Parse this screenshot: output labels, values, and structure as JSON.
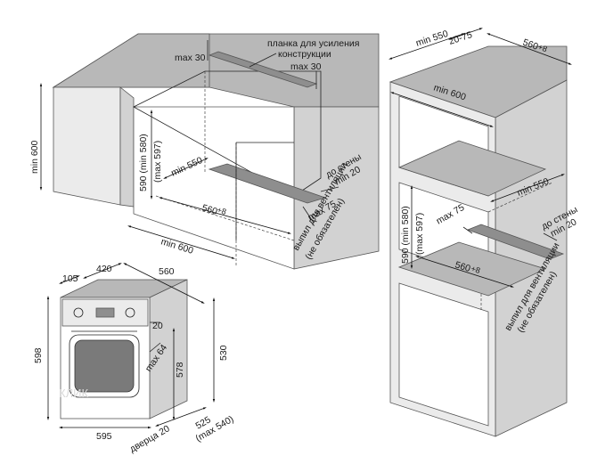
{
  "diagram": {
    "top_left": {
      "reinforcement_bar": "планка для усиления",
      "reinforcement_bar_2": "конструкции",
      "max30_left": "max 30",
      "max30_right": "max 30",
      "min600_height": "min 600",
      "niche_height": "590 (min 580)",
      "niche_height_max": "(max 597)",
      "min550": "min 550",
      "width560": "560",
      "width560_tol": "+8",
      "min600_width": "min 600",
      "to_wall": "до стены",
      "min20": "min 20",
      "max75": "max 75",
      "vent_cutout": "выпил для вентиляции",
      "optional": "(не обязателен)"
    },
    "oven": {
      "d105": "105",
      "d420": "420",
      "d560": "560",
      "d20": "20",
      "d598": "598",
      "d578": "578",
      "d530": "530",
      "max64": "max 64",
      "d595": "595",
      "door20": "дверца 20",
      "d525": "525",
      "max540": "(max 540)"
    },
    "right_cabinet": {
      "min550_top": "min 550",
      "d20_75": "20-75",
      "width560": "560",
      "width560_tol": "+8",
      "min600": "min 600",
      "min550_mid": "min 550",
      "to_wall": "до стены",
      "min20": "min 20",
      "niche_height": "590 (min 580)",
      "niche_height_max": "(max 597)",
      "max75": "max 75",
      "width560_b": "560",
      "width560_b_tol": "+8",
      "vent_cutout": "выпил для вентиляции",
      "optional": "(не обязателен)"
    },
    "watermark": "КЛИК"
  }
}
